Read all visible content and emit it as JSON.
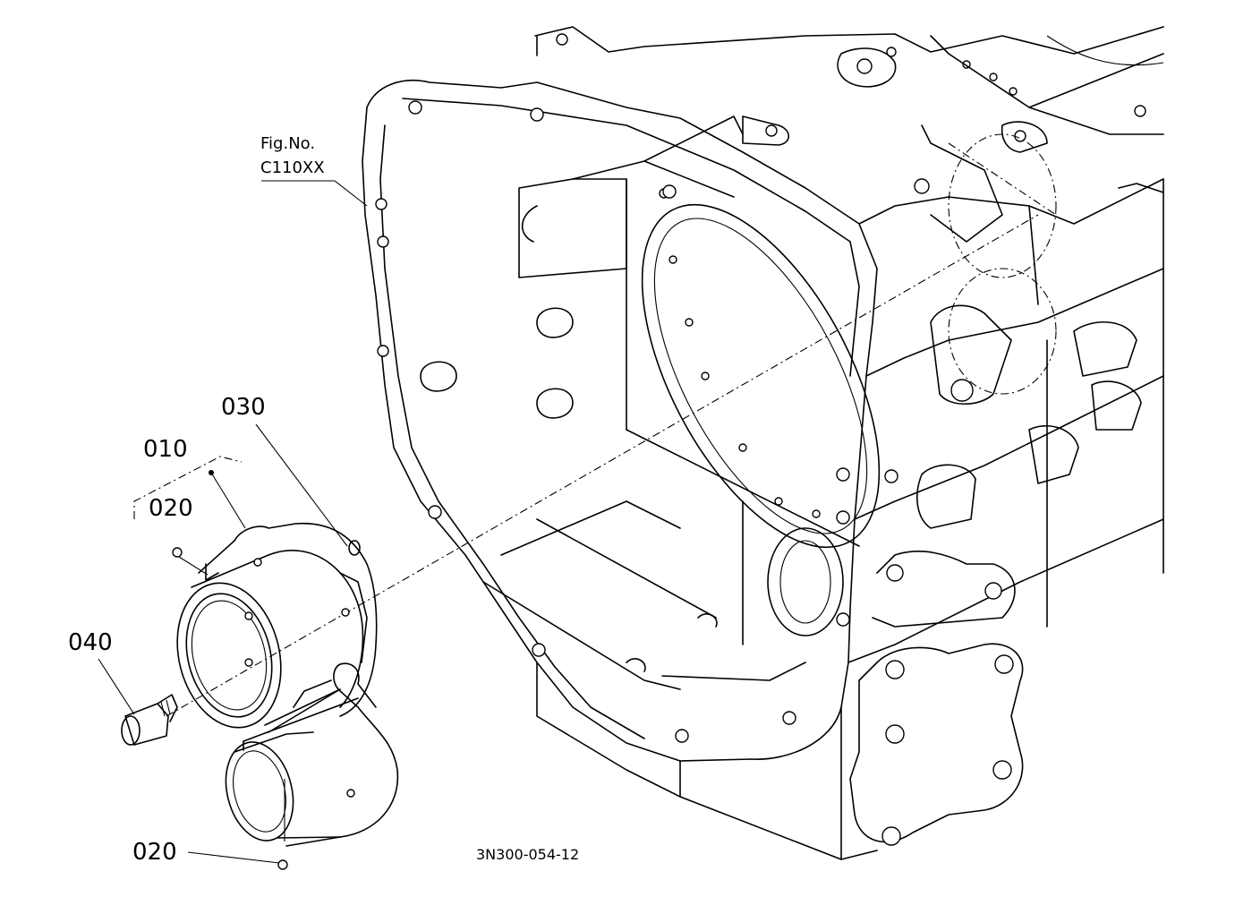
{
  "figure_ref": {
    "line1": "Fig.No.",
    "line2": "C110XX"
  },
  "callouts": {
    "c030": "030",
    "c010": "010",
    "c020_upper": "020",
    "c040": "040",
    "c020_lower": "020"
  },
  "drawing_code": "3N300-054-12"
}
